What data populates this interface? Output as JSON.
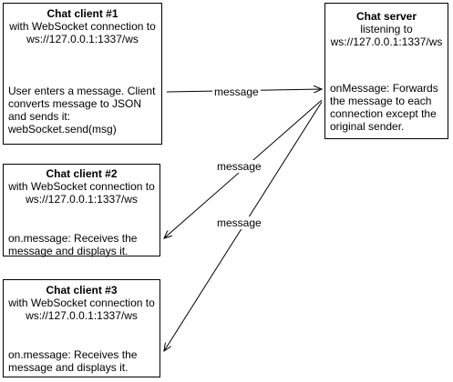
{
  "nodes": {
    "client1": {
      "title": "Chat client #1",
      "header_lines": [
        "with WebSocket connection to",
        "ws://127.0.0.1:1337/ws"
      ],
      "body_lines": [
        "User enters a message. Client",
        "converts message to JSON",
        "and sends it:",
        "webSocket.send(msg)"
      ]
    },
    "server": {
      "title": "Chat server",
      "header_lines": [
        "listening to",
        "ws://127.0.0.1:1337/ws"
      ],
      "body_lines": [
        "onMessage: Forwards",
        "the message to each",
        "connection except the",
        "original sender."
      ]
    },
    "client2": {
      "title": "Chat client #2",
      "header_lines": [
        "with WebSocket connection to",
        "ws://127.0.0.1:1337/ws"
      ],
      "body_lines": [
        "on.message: Receives the",
        "message and displays it."
      ]
    },
    "client3": {
      "title": "Chat client #3",
      "header_lines": [
        "with WebSocket connection to",
        "ws://127.0.0.1:1337/ws"
      ],
      "body_lines": [
        "on.message: Receives the",
        "message and displays it."
      ]
    }
  },
  "edges": [
    {
      "from": "client1",
      "to": "server",
      "label": "message"
    },
    {
      "from": "server",
      "to": "client2",
      "label": "message"
    },
    {
      "from": "server",
      "to": "client3",
      "label": "message"
    }
  ],
  "colors": {
    "stroke": "#000000",
    "fill": "#ffffff",
    "text": "#000000"
  }
}
